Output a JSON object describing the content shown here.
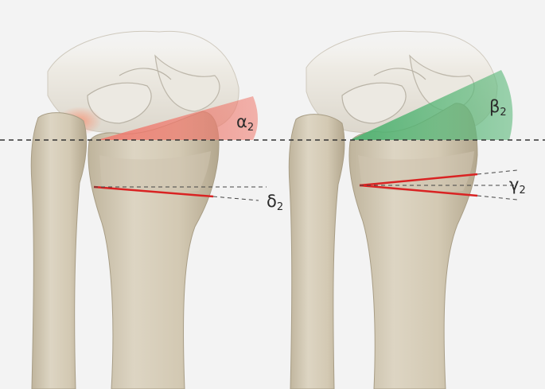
{
  "labels": {
    "alpha": {
      "symbol": "α",
      "subscript": "2"
    },
    "delta": {
      "symbol": "δ",
      "subscript": "2"
    },
    "beta": {
      "symbol": "β",
      "subscript": "2"
    },
    "gamma": {
      "symbol": "γ",
      "subscript": "2"
    }
  },
  "colors": {
    "background": "#f3f3f3",
    "bone_fill": "#d9d0bd",
    "bone_shadow": "#b8ad95",
    "bone_highlight": "#ece6d8",
    "talus_fill": "#ebe8e1",
    "alpha_wedge": "#ef7a6e",
    "beta_wedge": "#5fba7d",
    "measure_line": "#d92323",
    "dashed_line": "#333333"
  }
}
